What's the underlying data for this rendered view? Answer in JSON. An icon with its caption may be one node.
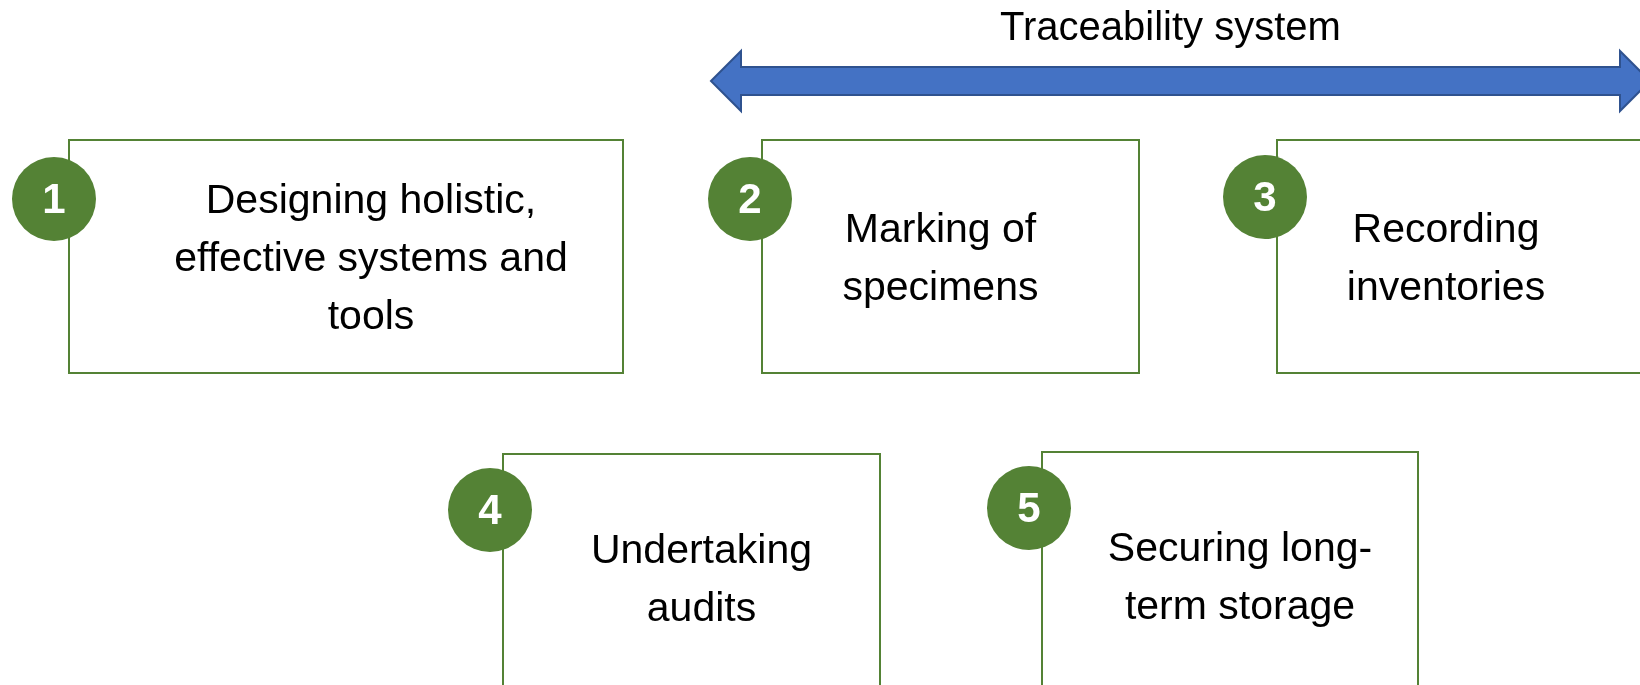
{
  "diagram": {
    "nodes": [
      {
        "text": [
          "1"
        ]
      },
      {
        "text": [
          "Designing holistic, effective systems and tools"
        ]
      },
      {
        "text": [
          "2"
        ]
      },
      {
        "text": [
          "Marking of specimens"
        ]
      },
      {
        "text": [
          "3"
        ]
      },
      {
        "text": [
          "Recording inventories"
        ]
      },
      {
        "text": [
          "4"
        ]
      },
      {
        "text": [
          "Undertaking audits"
        ]
      },
      {
        "text": [
          "5"
        ]
      },
      {
        "text": [
          "Securing long-term storage"
        ]
      }
    ],
    "edges": [],
    "labels": [
      "Traceability system"
    ]
  }
}
